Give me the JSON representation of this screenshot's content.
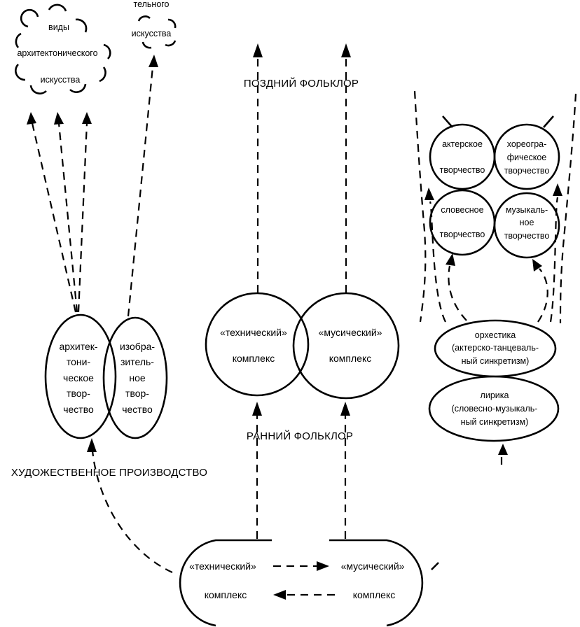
{
  "flower_top_left": {
    "line1": "виды",
    "line2": "архитектонического",
    "line3": "искусства"
  },
  "flower_top_mid": {
    "line1": "тельного",
    "line2": "искусства"
  },
  "late_folklore": "ПОЗДНИЙ  ФОЛЬКЛОР",
  "early_folklore": "РАННИЙ ФОЛЬКЛОР",
  "art_production": "ХУДОЖЕСТВЕННОЕ ПРОИЗВОДСТВО",
  "left_pair": {
    "left": [
      "архитек-",
      "тони-",
      "ческое",
      "твор-",
      "чество"
    ],
    "right": [
      "изобра-",
      "зитель-",
      "ное",
      "твор-",
      "чество"
    ]
  },
  "center_pair": {
    "left": [
      "«технический»",
      "комплекс"
    ],
    "right": [
      "«мусический»",
      "комплекс"
    ]
  },
  "bottom_capsule": {
    "top_left": "«технический»",
    "top_right": "«мусический»",
    "bottom_left": "комплекс",
    "bottom_right": "комплекс"
  },
  "right_group": {
    "c1": [
      "актерское",
      "творчество"
    ],
    "c2": [
      "хореогра-",
      "фическое",
      "творчество"
    ],
    "c3": [
      "словесное",
      "творчество"
    ],
    "c4": [
      "музыкаль-",
      "ное",
      "творчество"
    ],
    "orchestics": [
      "орхестика",
      "(актерско-танцеваль-",
      "ный синкретизм)"
    ],
    "lyric": [
      "лирика",
      "(словесно-музыкаль-",
      "ный синкретизм)"
    ]
  }
}
